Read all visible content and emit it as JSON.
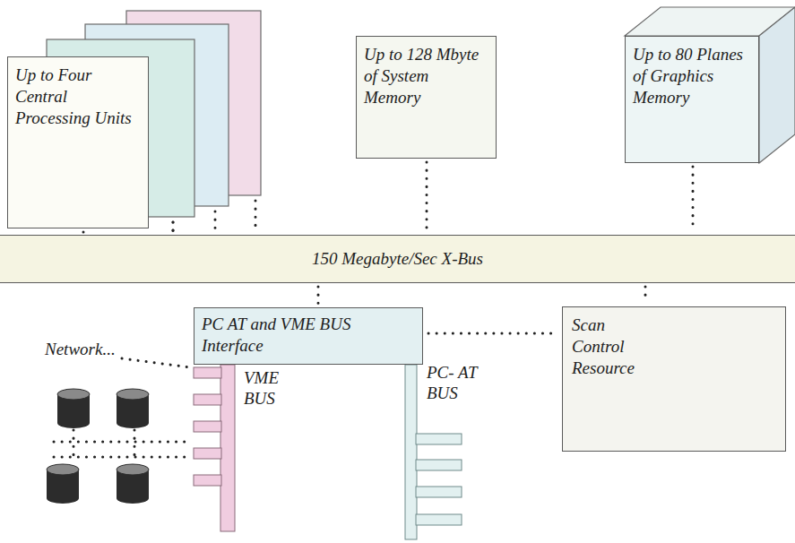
{
  "diagram": {
    "nodes": [
      {
        "text": [
          "Up to Four Central Processing Units"
        ]
      },
      {
        "text": [
          "Up to 128 Mbyte of System Memory"
        ]
      },
      {
        "text": [
          "Up to 80 Planes of Graphics Memory"
        ]
      },
      {
        "text": [
          "150 Megabyte/Sec X-Bus"
        ]
      },
      {
        "text": [
          "PC AT and VME BUS Interface"
        ]
      },
      {
        "text": [
          "Scan Control Resource"
        ]
      }
    ],
    "edges": [
      {
        "from": 0,
        "to": 3,
        "arrow": "none"
      },
      {
        "from": 1,
        "to": 3,
        "arrow": "none"
      },
      {
        "from": 2,
        "to": 3,
        "arrow": "none"
      },
      {
        "from": 3,
        "to": 4,
        "arrow": "none"
      },
      {
        "from": 3,
        "to": 5,
        "arrow": "none"
      },
      {
        "from": 4,
        "to": 5,
        "arrow": "none"
      }
    ],
    "labels": [
      "Network...",
      "VME BUS",
      "PC- AT BUS"
    ]
  }
}
